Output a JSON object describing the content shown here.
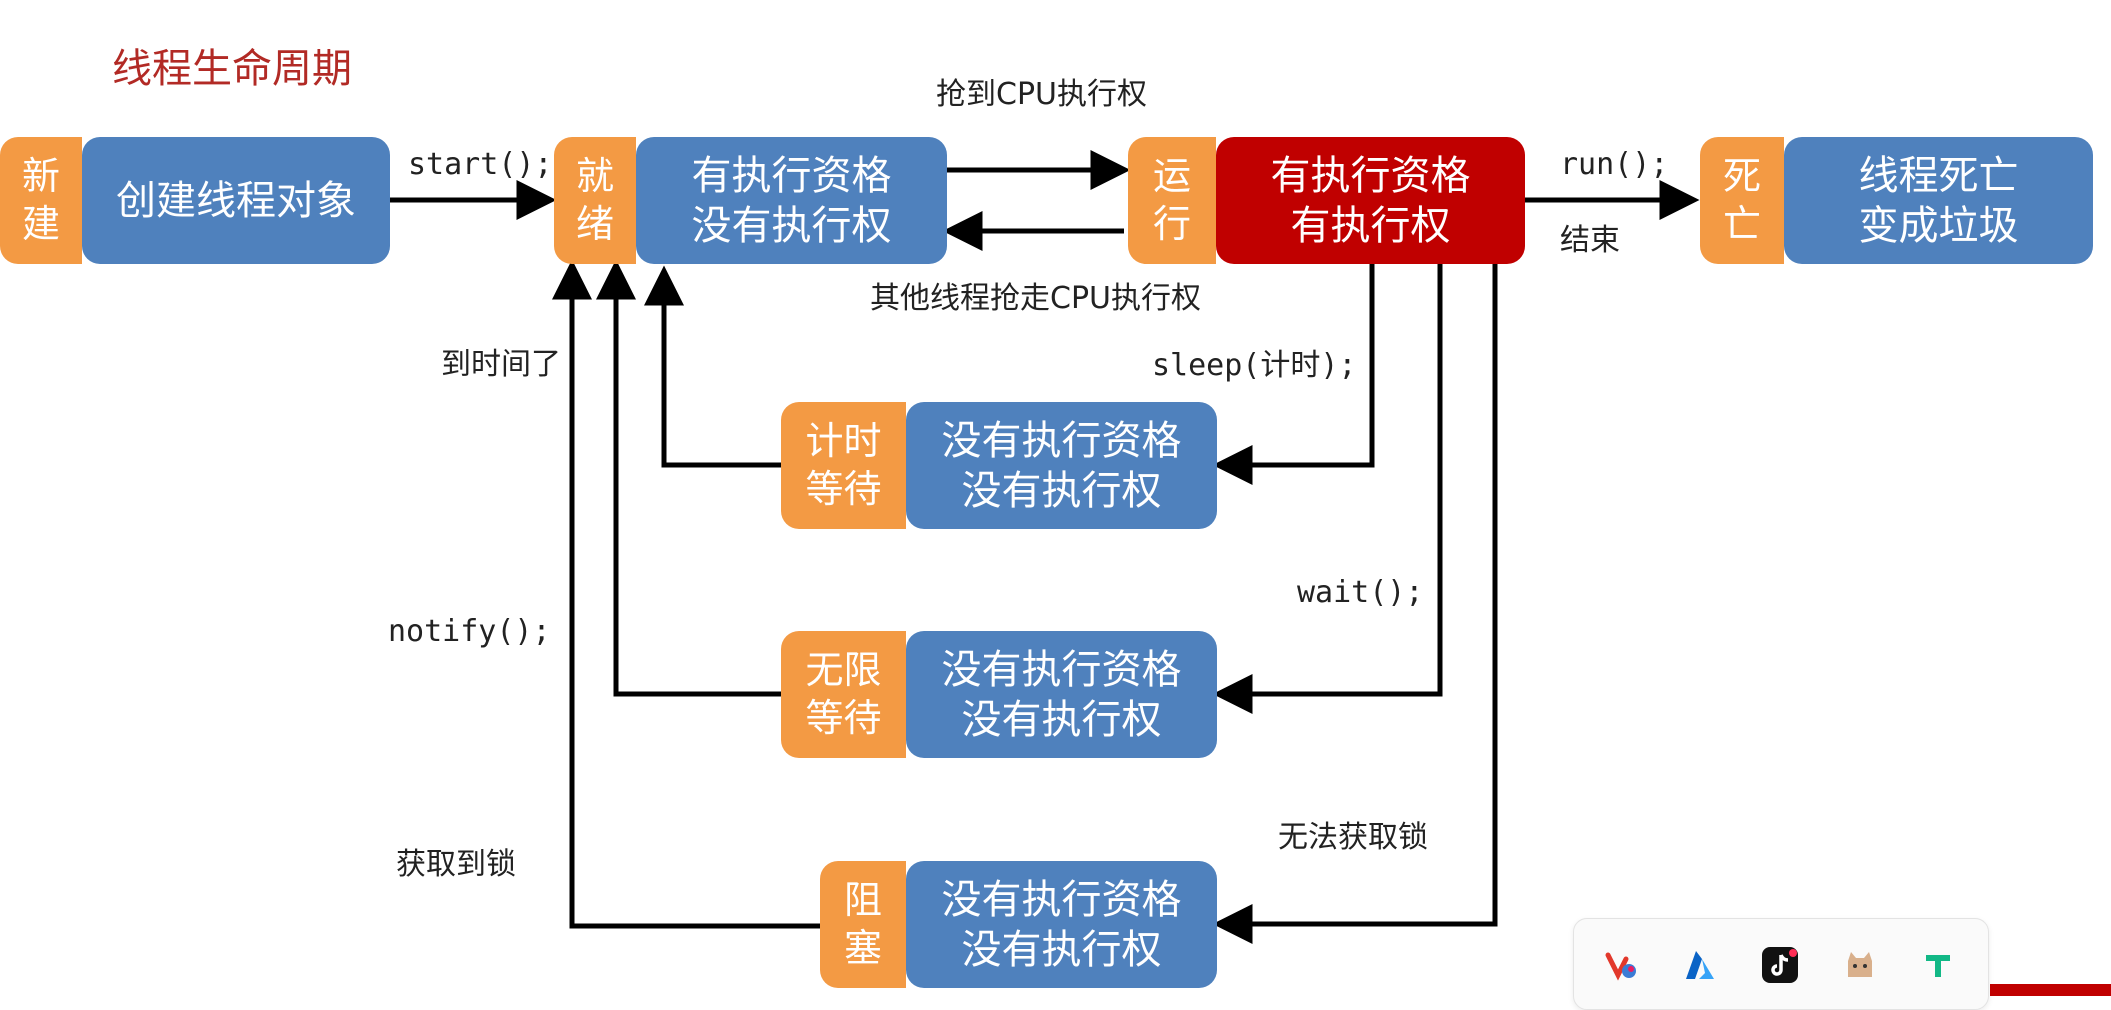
{
  "title": "线程生命周期",
  "states": {
    "new": {
      "tag": "新\n建",
      "body": "创建线程对象"
    },
    "ready": {
      "tag": "就\n绪",
      "body": "有执行资格\n没有执行权"
    },
    "running": {
      "tag": "运\n行",
      "body": "有执行资格\n有执行权"
    },
    "dead": {
      "tag": "死\n亡",
      "body": "线程死亡\n变成垃圾"
    },
    "timed_waiting": {
      "tag": "计时\n等待",
      "body": "没有执行资格\n没有执行权"
    },
    "waiting": {
      "tag": "无限\n等待",
      "body": "没有执行资格\n没有执行权"
    },
    "blocked": {
      "tag": "阻\n塞",
      "body": "没有执行资格\n没有执行权"
    }
  },
  "labels": {
    "start": "start();",
    "grab_cpu": "抢到CPU执行权",
    "lose_cpu": "其他线程抢走CPU执行权",
    "run": "run();",
    "end": "结束",
    "sleep": "sleep(计时);",
    "time_up": "到时间了",
    "wait": "wait();",
    "notify": "notify();",
    "no_lock": "无法获取锁",
    "got_lock": "获取到锁"
  },
  "taskbar": {
    "icons": [
      "vivaldi-icon",
      "azure-icon",
      "tiktok-icon",
      "cat-app-icon",
      "tencent-icon"
    ]
  }
}
